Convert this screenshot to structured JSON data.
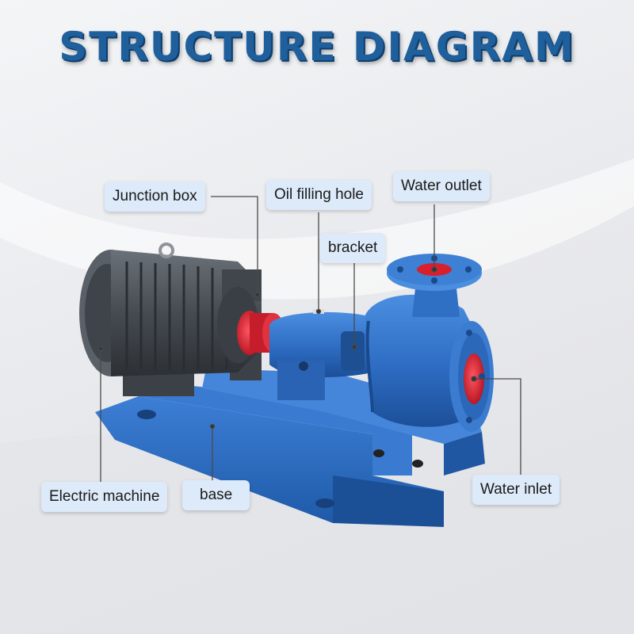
{
  "title": "STRUCTURE DIAGRAM",
  "labels": {
    "junction_box": "Junction box",
    "oil_filling_hole": "Oil filling hole",
    "water_outlet": "Water outlet",
    "bracket": "bracket",
    "electric_machine": "Electric machine",
    "base": "base",
    "water_inlet": "Water inlet"
  },
  "colors": {
    "title": "#1f5f9c",
    "pump_body": "#2f6fc4",
    "motor_body": "#4a4f55",
    "coupling": "#d8283a",
    "label_bg": "#ddeaf9"
  }
}
